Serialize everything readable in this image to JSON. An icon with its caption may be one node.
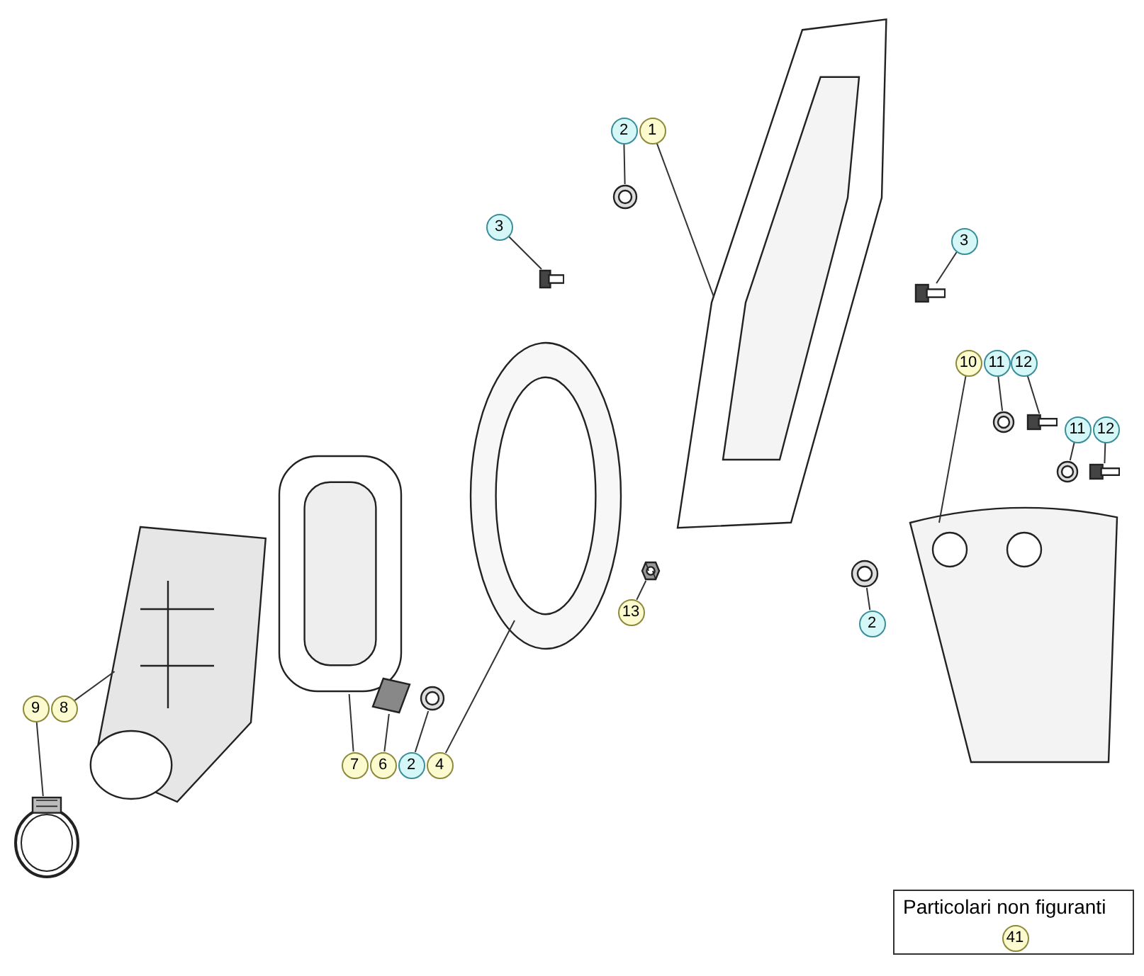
{
  "diagram": {
    "nodes": [
      {
        "text": [
          "2"
        ]
      },
      {
        "text": [
          "1"
        ]
      },
      {
        "text": [
          "3"
        ]
      },
      {
        "text": [
          "3"
        ]
      },
      {
        "text": [
          "10"
        ]
      },
      {
        "text": [
          "11"
        ]
      },
      {
        "text": [
          "12"
        ]
      },
      {
        "text": [
          "11"
        ]
      },
      {
        "text": [
          "12"
        ]
      },
      {
        "text": [
          "2"
        ]
      },
      {
        "text": [
          "13"
        ]
      },
      {
        "text": [
          "9"
        ]
      },
      {
        "text": [
          "8"
        ]
      },
      {
        "text": [
          "7"
        ]
      },
      {
        "text": [
          "6"
        ]
      },
      {
        "text": [
          "2"
        ]
      },
      {
        "text": [
          "4"
        ]
      },
      {
        "text": [
          "Particolari non figuranti"
        ]
      },
      {
        "text": [
          "41"
        ],
        "in": 17
      },
      {
        "text": [],
        "shape": "picture"
      },
      {
        "text": [],
        "shape": "picture"
      },
      {
        "text": [],
        "shape": "picture"
      },
      {
        "text": [],
        "shape": "picture"
      },
      {
        "text": [],
        "shape": "picture"
      },
      {
        "text": [],
        "shape": "picture"
      },
      {
        "text": [],
        "shape": "picture"
      },
      {
        "text": [],
        "shape": "picture"
      },
      {
        "text": [],
        "shape": "picture"
      },
      {
        "text": [],
        "shape": "picture"
      },
      {
        "text": [],
        "shape": "picture"
      },
      {
        "text": [],
        "shape": "picture"
      },
      {
        "text": [],
        "shape": "picture"
      },
      {
        "text": [],
        "shape": "picture"
      },
      {
        "text": [],
        "shape": "picture"
      },
      {
        "text": [],
        "shape": "picture"
      },
      {
        "text": [],
        "shape": "picture"
      }
    ],
    "edges": [
      {
        "from": 0,
        "to": 20,
        "arrow": "none"
      },
      {
        "from": 1,
        "to": 19,
        "arrow": "none"
      },
      {
        "from": 2,
        "to": 21,
        "arrow": "none"
      },
      {
        "from": 3,
        "to": 22,
        "arrow": "none"
      },
      {
        "from": 4,
        "to": 23,
        "arrow": "none"
      },
      {
        "from": 5,
        "to": 24,
        "arrow": "none"
      },
      {
        "from": 6,
        "to": 25,
        "arrow": "none"
      },
      {
        "from": 7,
        "to": 26,
        "arrow": "none"
      },
      {
        "from": 8,
        "to": 27,
        "arrow": "none"
      },
      {
        "from": 9,
        "to": 28,
        "arrow": "none"
      },
      {
        "from": 10,
        "to": 29,
        "arrow": "none"
      },
      {
        "from": 11,
        "to": 30,
        "arrow": "none"
      },
      {
        "from": 12,
        "to": 31,
        "arrow": "none"
      },
      {
        "from": 13,
        "to": 32,
        "arrow": "none"
      },
      {
        "from": 14,
        "to": 33,
        "arrow": "none"
      },
      {
        "from": 15,
        "to": 34,
        "arrow": "none"
      },
      {
        "from": 16,
        "to": 35,
        "arrow": "none"
      }
    ]
  }
}
